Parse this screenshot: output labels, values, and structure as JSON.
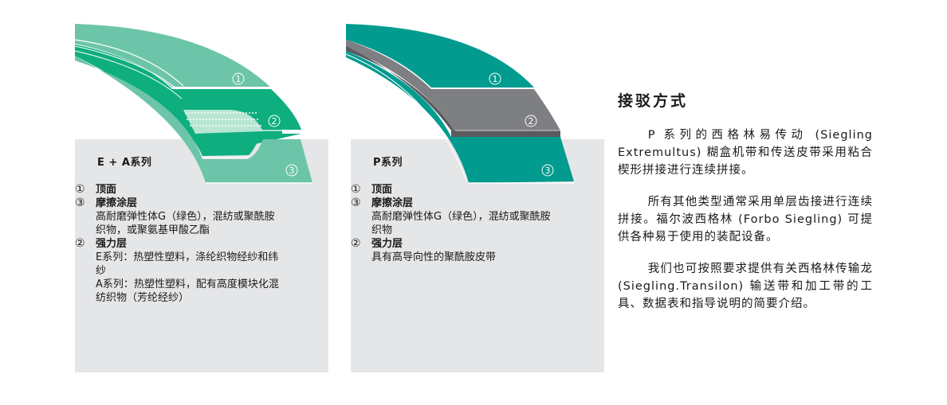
{
  "colors": {
    "panel_bg": "#e5e6e8",
    "ea_top": "#6cc5a8",
    "ea_core": "#0fae7f",
    "ea_bottom": "#6cc5a8",
    "p_top": "#019b8f",
    "p_core": "#7e7f82",
    "p_bottom": "#019b8f"
  },
  "diagrams": [
    {
      "id": "ea",
      "labels": [
        "①",
        "②",
        "③"
      ]
    },
    {
      "id": "p",
      "labels": [
        "①",
        "②",
        "③"
      ]
    }
  ],
  "ea_series": {
    "title": "E + A系列",
    "items": [
      {
        "num": "①",
        "name": "顶面",
        "desc": []
      },
      {
        "num": "③",
        "name": "摩擦涂层",
        "desc": [
          "高耐磨弹性体G（绿色），混纺或聚酰胺",
          "织物，或聚氨基甲酸乙酯"
        ]
      },
      {
        "num": "②",
        "name": "强力层",
        "desc": [
          "E系列：热塑性塑料，涤纶织物经纱和纬",
          "纱",
          "A系列：热塑性塑料，配有高度模块化混",
          "纺织物（芳纶经纱）"
        ]
      }
    ]
  },
  "p_series": {
    "title": "P系列",
    "items": [
      {
        "num": "①",
        "name": "顶面",
        "desc": []
      },
      {
        "num": "③",
        "name": "摩擦涂层",
        "desc": [
          "高耐磨弹性体G（绿色），混纺或聚酰胺",
          "织物"
        ]
      },
      {
        "num": "②",
        "name": "强力层",
        "desc": [
          "具有高导向性的聚酰胺皮带"
        ]
      }
    ]
  },
  "splicing": {
    "heading": "接驳方式",
    "paragraphs": [
      "P 系列的西格林易传动 (Siegling Extremultus) 糊盒机带和传送皮带采用粘合楔形拼接进行连续拼接。",
      "所有其他类型通常采用单层齿接进行连续拼接。福尔波西格林 (Forbo Siegling) 可提供各种易于使用的装配设备。",
      "我们也可按照要求提供有关西格林传输龙 (Siegling.Transilon) 输送带和加工带的工具、数据表和指导说明的简要介绍。"
    ]
  }
}
